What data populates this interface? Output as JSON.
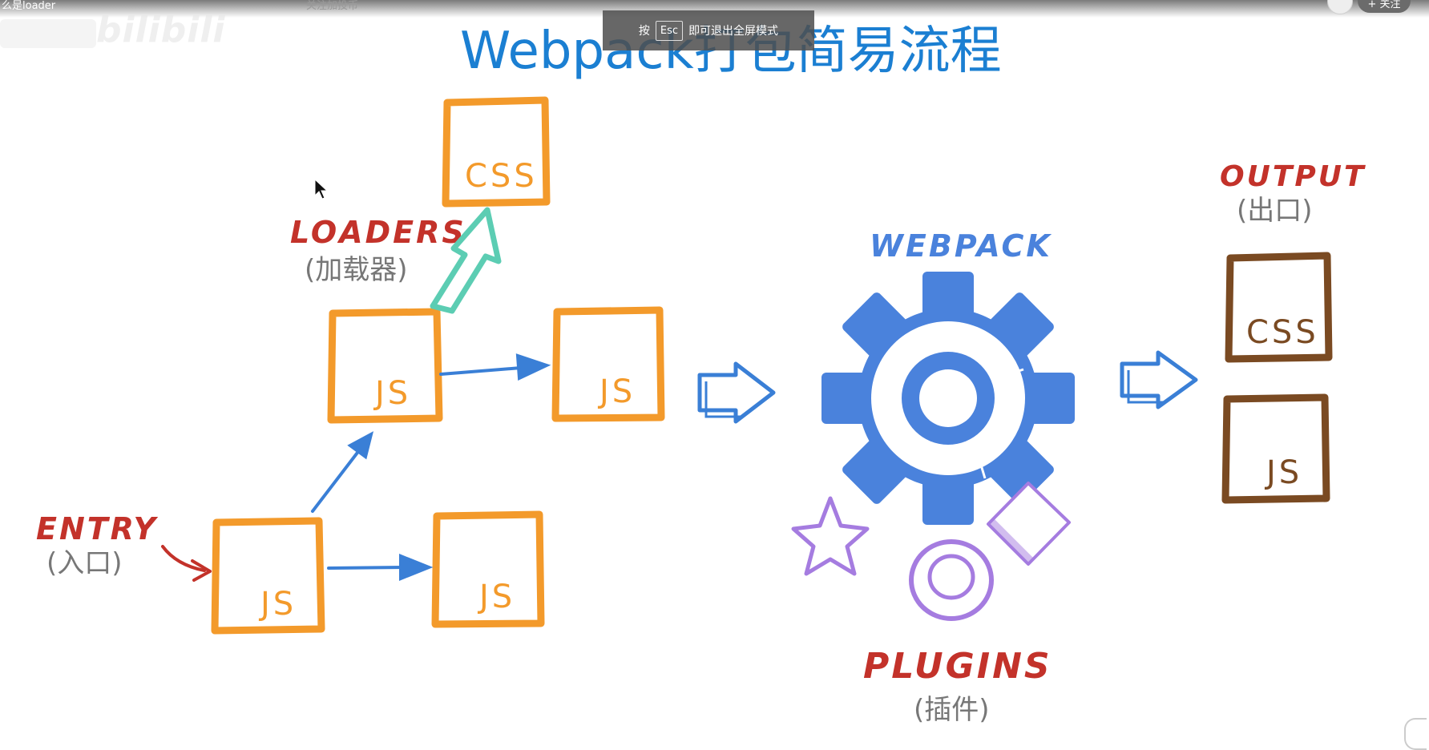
{
  "player": {
    "video_title": "么是loader",
    "video_subtitle": "关注加投币",
    "logo_text": "bilibili",
    "follow_label": "+ 关注",
    "esc_hint": {
      "before": "按",
      "key": "Esc",
      "after": "即可退出全屏模式"
    }
  },
  "slide": {
    "title": "Webpack打包简易流程",
    "labels": {
      "loaders": "LOADERS",
      "loaders_sub": "(加载器)",
      "entry": "ENTRY",
      "entry_sub": "(入口)",
      "webpack": "WEBPACK",
      "output": "OUTPUT",
      "output_sub": "(出口)",
      "plugins": "PLUGINS",
      "plugins_sub": "(插件)"
    },
    "boxes": {
      "css": "CSS",
      "js": "JS",
      "out_css": "CSS",
      "out_js": "JS"
    },
    "colors": {
      "title": "#1b7fd2",
      "module_box": "#f39a2b",
      "arrow_blue": "#3a7fd6",
      "loader_arrow": "#5ccdb3",
      "red_label": "#c3322a",
      "gear": "#4a82dc",
      "plugin_shapes": "#a57ce0",
      "output_box": "#7a4a22"
    },
    "icons": [
      "cursor-icon",
      "gear-icon",
      "star-icon",
      "ring-icon",
      "diamond-icon",
      "hollow-arrow-icon"
    ]
  }
}
